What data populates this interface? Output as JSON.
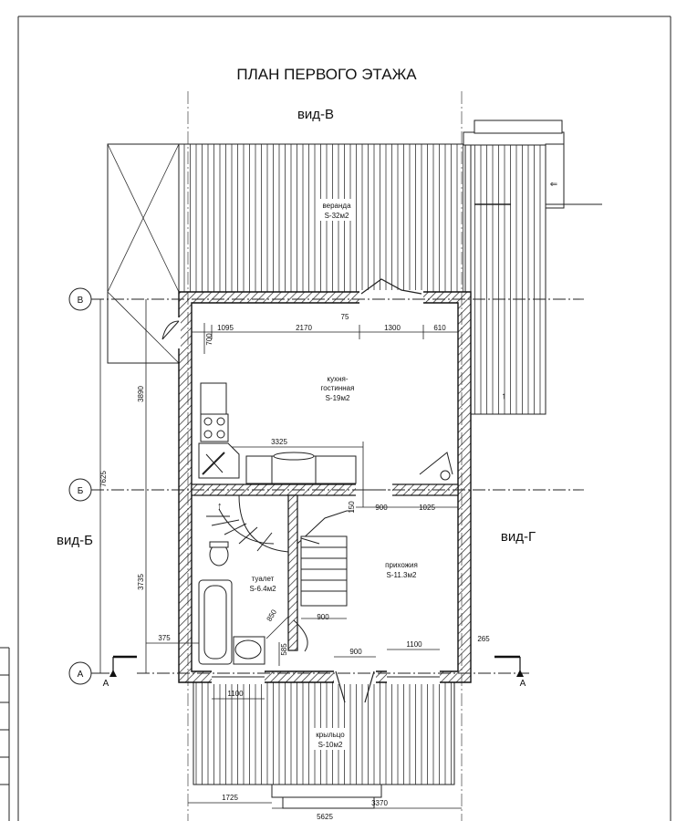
{
  "title": "ПЛАН ПЕРВОГО ЭТАЖА",
  "views": {
    "top": "вид-В",
    "left": "вид-Б",
    "right": "вид-Г"
  },
  "axes": {
    "v": "В",
    "b": "Б",
    "a": "А"
  },
  "section": {
    "left": "А",
    "right": "А"
  },
  "rooms": {
    "veranda": {
      "name": "веранда",
      "area": "S-32м2"
    },
    "kitchen": {
      "name1": "кухня-",
      "name2": "гостинная",
      "area": "S-19м2"
    },
    "toilet": {
      "name": "туалет",
      "area": "S-6.4м2"
    },
    "hall": {
      "name": "прихожия",
      "area": "S-11.3м2"
    },
    "porch": {
      "name": "крыльцо",
      "area": "S-10м2"
    }
  },
  "dims": {
    "d1095": "1095",
    "d2170": "2170",
    "d75": "75",
    "d1300": "1300",
    "d610": "610",
    "d700": "700",
    "d3890": "3890",
    "d7625": "7625",
    "d3325": "3325",
    "d150": "150",
    "d900a": "900",
    "d1025": "1025",
    "d3735": "3735",
    "d375": "375",
    "d850": "850",
    "d900b": "900",
    "d585": "585",
    "d900c": "900",
    "d1100a": "1100",
    "d265": "265",
    "d1100b": "1100",
    "d1725": "1725",
    "d3370": "3370",
    "d5625": "5625"
  }
}
